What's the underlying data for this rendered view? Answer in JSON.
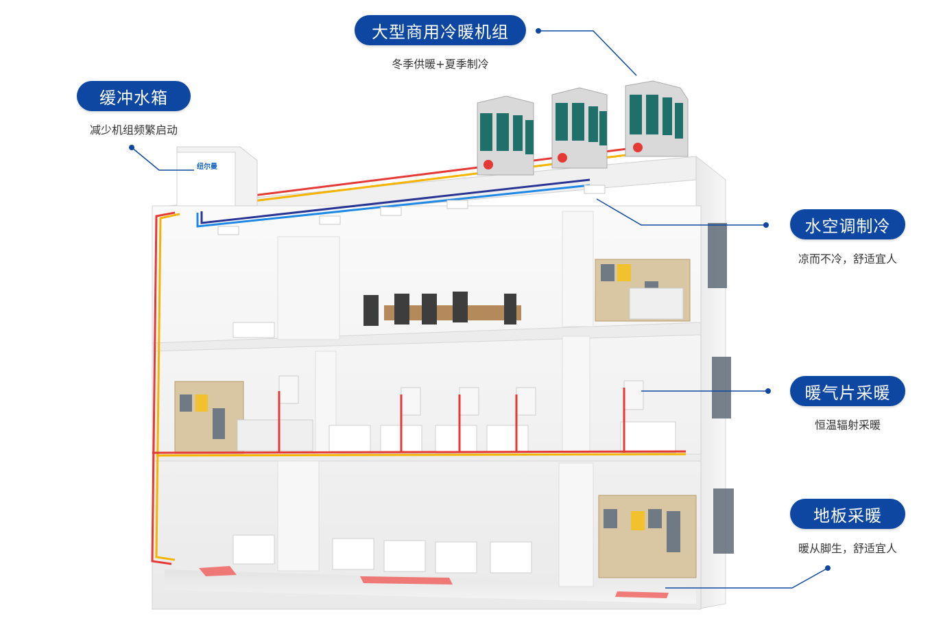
{
  "brand": {
    "tank_logo_text": "纽尔曼"
  },
  "callouts": {
    "unit": {
      "title": "大型商用冷暖机组",
      "subtitle": "冬季供暖+夏季制冷"
    },
    "tank": {
      "title": "缓冲水箱",
      "subtitle": "减少机组频繁启动"
    },
    "ac": {
      "title": "水空调制冷",
      "subtitle": "凉而不冷，舒适宜人"
    },
    "radiator": {
      "title": "暖气片采暖",
      "subtitle": "恒温辐射采暖"
    },
    "floor": {
      "title": "地板采暖",
      "subtitle": "暖从脚生，舒适宜人"
    }
  },
  "colors": {
    "pill": "#0d47a1",
    "leader": "#0d47a1",
    "hot_pipe": "#e53935",
    "yellow_pipe": "#f4b400",
    "cold_pipe": "#1e88e5",
    "dark_pipe": "#283593",
    "unit_panel": "#1f6f6a",
    "wall": "#f4f4f4",
    "floor_heat": "#ef5350"
  }
}
